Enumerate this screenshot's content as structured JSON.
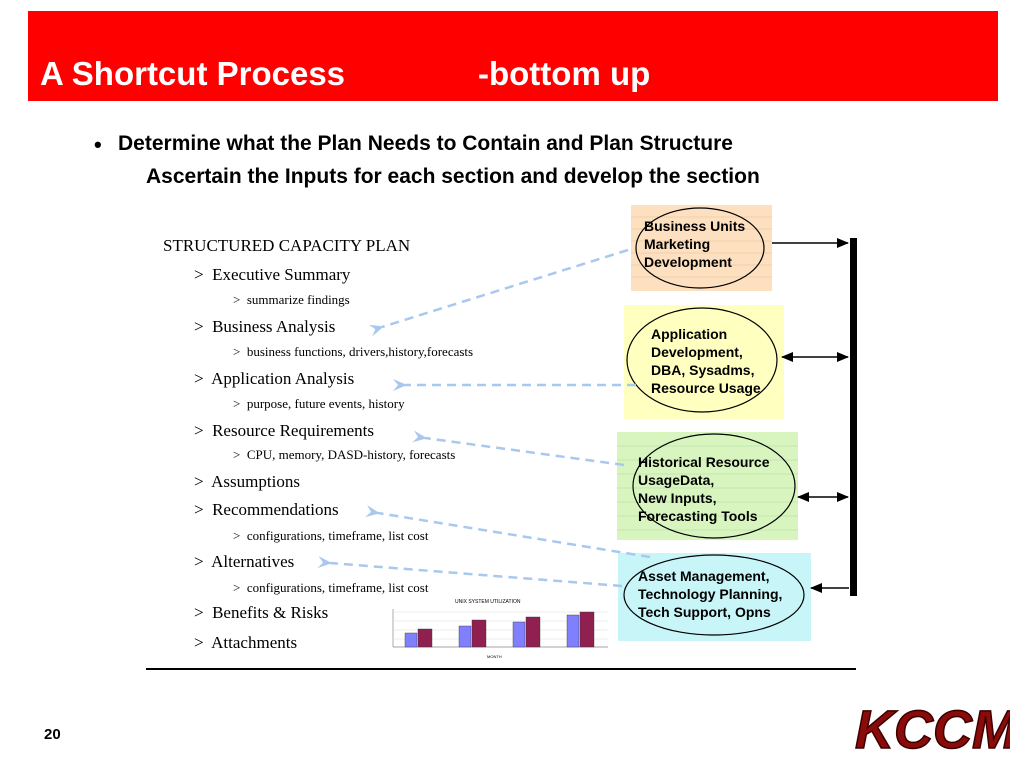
{
  "title": {
    "left": "A Shortcut Process",
    "right": "-bottom up"
  },
  "bullets": {
    "marker": "•",
    "line1": "Determine what the Plan Needs to Contain and Plan Structure",
    "line2": "Ascertain the Inputs for each section and develop the section"
  },
  "plan": {
    "title": "STRUCTURED CAPACITY PLAN",
    "marker": ">",
    "sections": [
      {
        "label": "Executive Summary",
        "sub": "summarize findings"
      },
      {
        "label": "Business Analysis",
        "sub": "business functions, drivers,history,forecasts"
      },
      {
        "label": "Application Analysis",
        "sub": "purpose, future events, history"
      },
      {
        "label": "Resource Requirements",
        "sub": "CPU, memory, DASD-history, forecasts"
      },
      {
        "label": "Assumptions",
        "sub": ""
      },
      {
        "label": "Recommendations",
        "sub": "configurations, timeframe, list cost"
      },
      {
        "label": "Alternatives",
        "sub": "configurations, timeframe, list cost"
      },
      {
        "label": "Benefits & Risks",
        "sub": ""
      },
      {
        "label": "Attachments",
        "sub": ""
      }
    ]
  },
  "input_boxes": [
    {
      "lines": [
        "Business Units",
        "Marketing",
        "Development"
      ],
      "color": "#fde0c0"
    },
    {
      "lines": [
        "Application",
        "Development,",
        "DBA, Sysadms,",
        "Resource Usage"
      ],
      "color": "#ffffc0"
    },
    {
      "lines": [
        "Historical Resource",
        "UsageData,",
        "New Inputs,",
        "Forecasting Tools"
      ],
      "color": "#d8f5c0"
    },
    {
      "lines": [
        "Asset Management,",
        "Technology Planning,",
        "Tech Support, Opns"
      ],
      "color": "#c8f5f8"
    }
  ],
  "mini_chart": {
    "title": "UNIX SYSTEM UTILIZATION",
    "xlabel": "MONTH",
    "series_colors": [
      "#8080ff",
      "#902050"
    ]
  },
  "colors": {
    "title_bar": "#ff0000",
    "arrow_dashed": "#a8c8f0"
  },
  "page_number": "20",
  "logo_text": "KCCMG"
}
